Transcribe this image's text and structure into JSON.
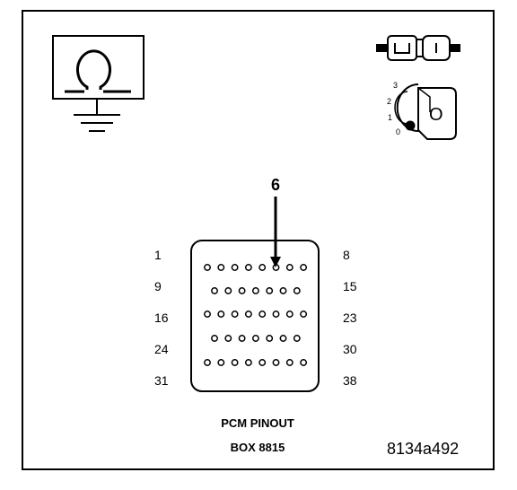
{
  "pointer_pin": "6",
  "pin_labels": {
    "row1_left": "1",
    "row1_right": "8",
    "row2_left": "9",
    "row2_right": "15",
    "row3_left": "16",
    "row3_right": "23",
    "row4_left": "24",
    "row4_right": "30",
    "row5_left": "31",
    "row5_right": "38"
  },
  "pin_rows": [
    8,
    7,
    8,
    7,
    8
  ],
  "title": "PCM PINOUT",
  "subtitle": "BOX 8815",
  "figure_id": "8134a492",
  "ignition_positions": [
    "3",
    "2",
    "1",
    "0"
  ],
  "key_label": "O",
  "icons": [
    "ohmmeter-ground-icon",
    "connector-icon",
    "ignition-key-icon"
  ]
}
